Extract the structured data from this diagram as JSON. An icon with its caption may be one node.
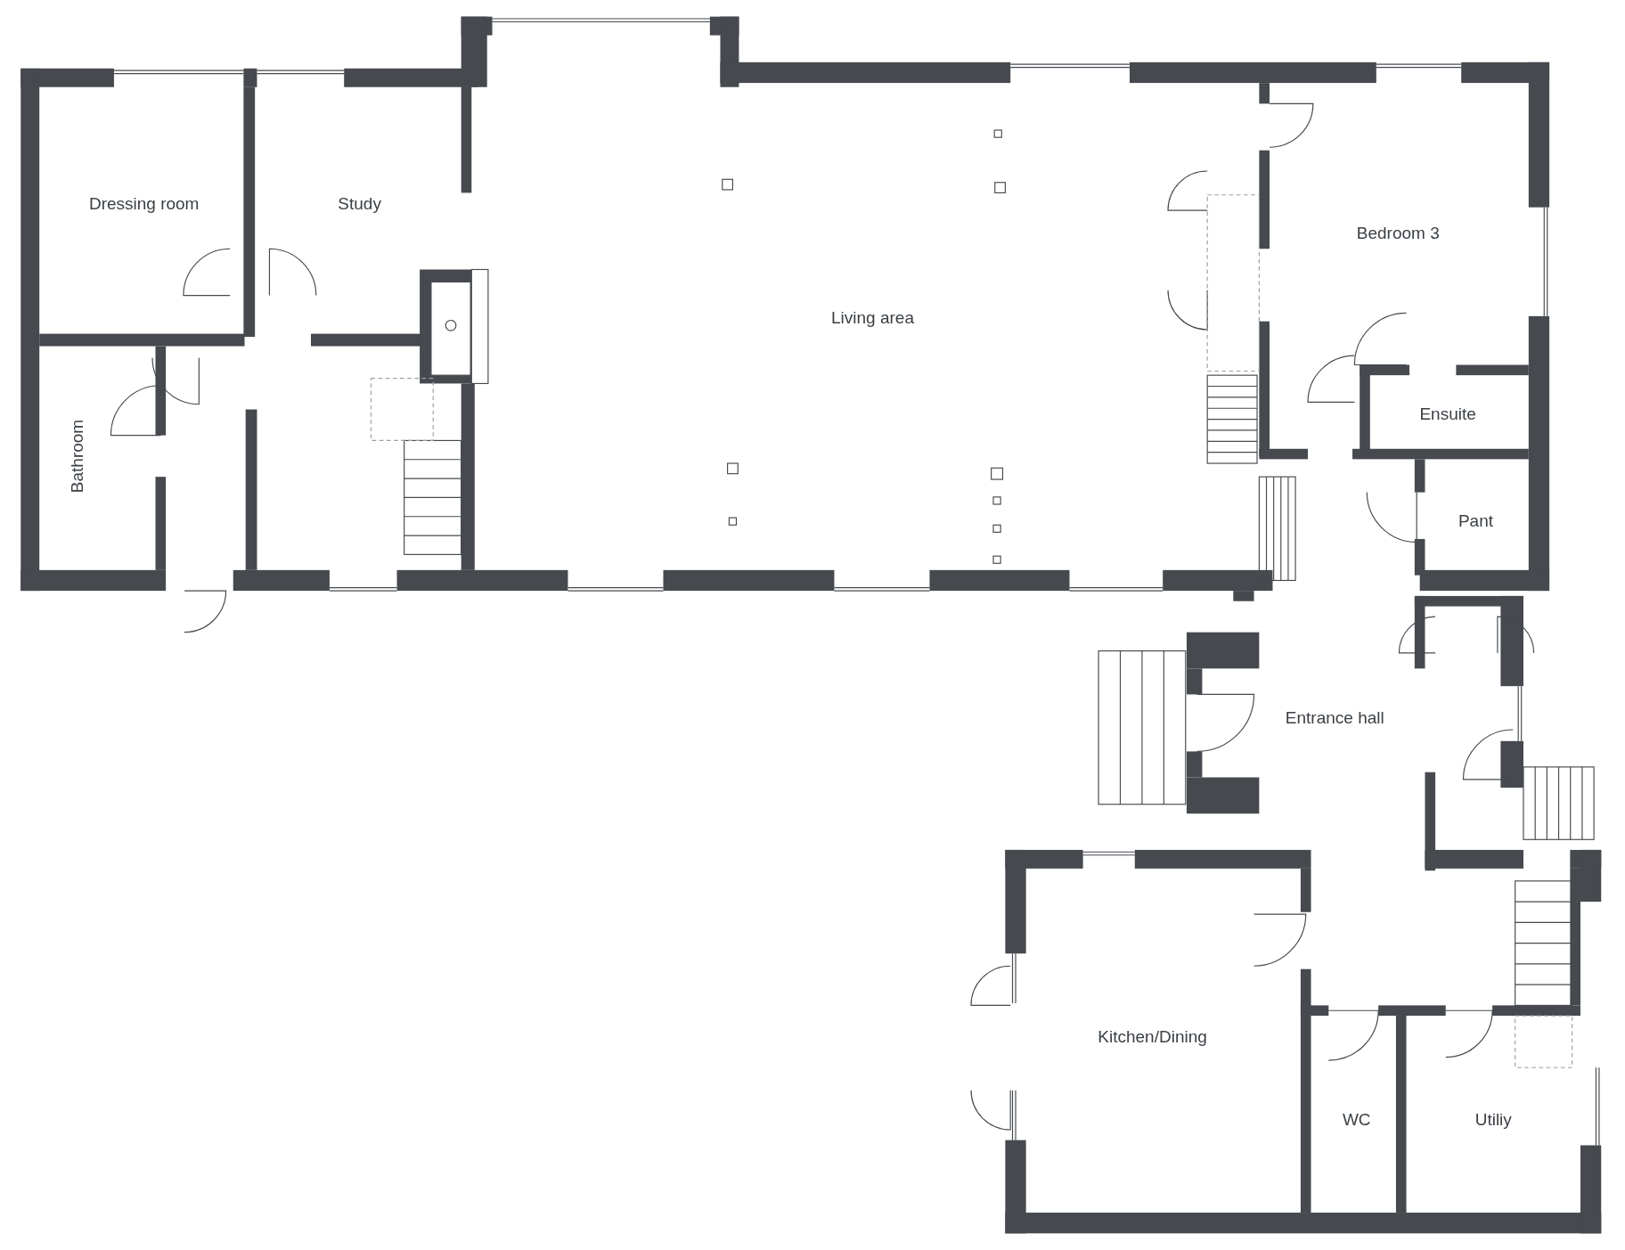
{
  "diagram": {
    "labels": [
      "Dressing room",
      "Study",
      "Bedroom 3",
      "Living area",
      "Ensuite",
      "Bathroom",
      "Pant",
      "Entrance hall",
      "Kitchen/Dining",
      "WC",
      "Utiliy"
    ]
  }
}
